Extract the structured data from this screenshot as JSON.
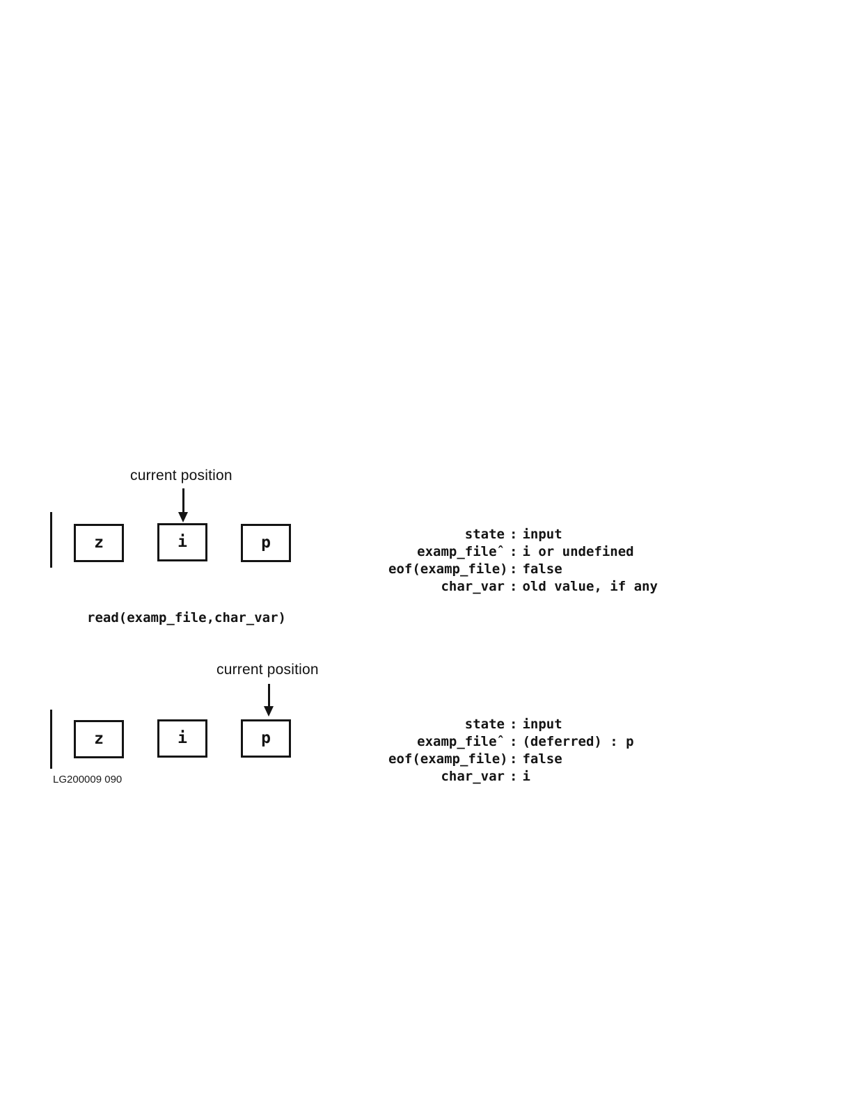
{
  "separator": ":",
  "page": {
    "background_color": "#ffffff",
    "ink_color": "#141414"
  },
  "operation_label": "read(examp_file,char_var)",
  "caption": "LG200009 090",
  "figure_top": {
    "pointer_label": "current position",
    "pointer_target_index": 1,
    "cells": [
      "z",
      "i",
      "p"
    ],
    "state": {
      "rows": [
        {
          "label": "state",
          "value": "input"
        },
        {
          "label": "examp_fileˆ",
          "value": "i or undefined"
        },
        {
          "label": "eof(examp_file)",
          "value": "false"
        },
        {
          "label": "char_var",
          "value": "old value, if any"
        }
      ]
    }
  },
  "figure_bottom": {
    "pointer_label": "current position",
    "pointer_target_index": 2,
    "cells": [
      "z",
      "i",
      "p"
    ],
    "state": {
      "rows": [
        {
          "label": "state",
          "value": "input"
        },
        {
          "label": "examp_fileˆ",
          "value": "(deferred) : p"
        },
        {
          "label": "eof(examp_file)",
          "value": "false"
        },
        {
          "label": "char_var",
          "value": "i"
        }
      ]
    }
  }
}
